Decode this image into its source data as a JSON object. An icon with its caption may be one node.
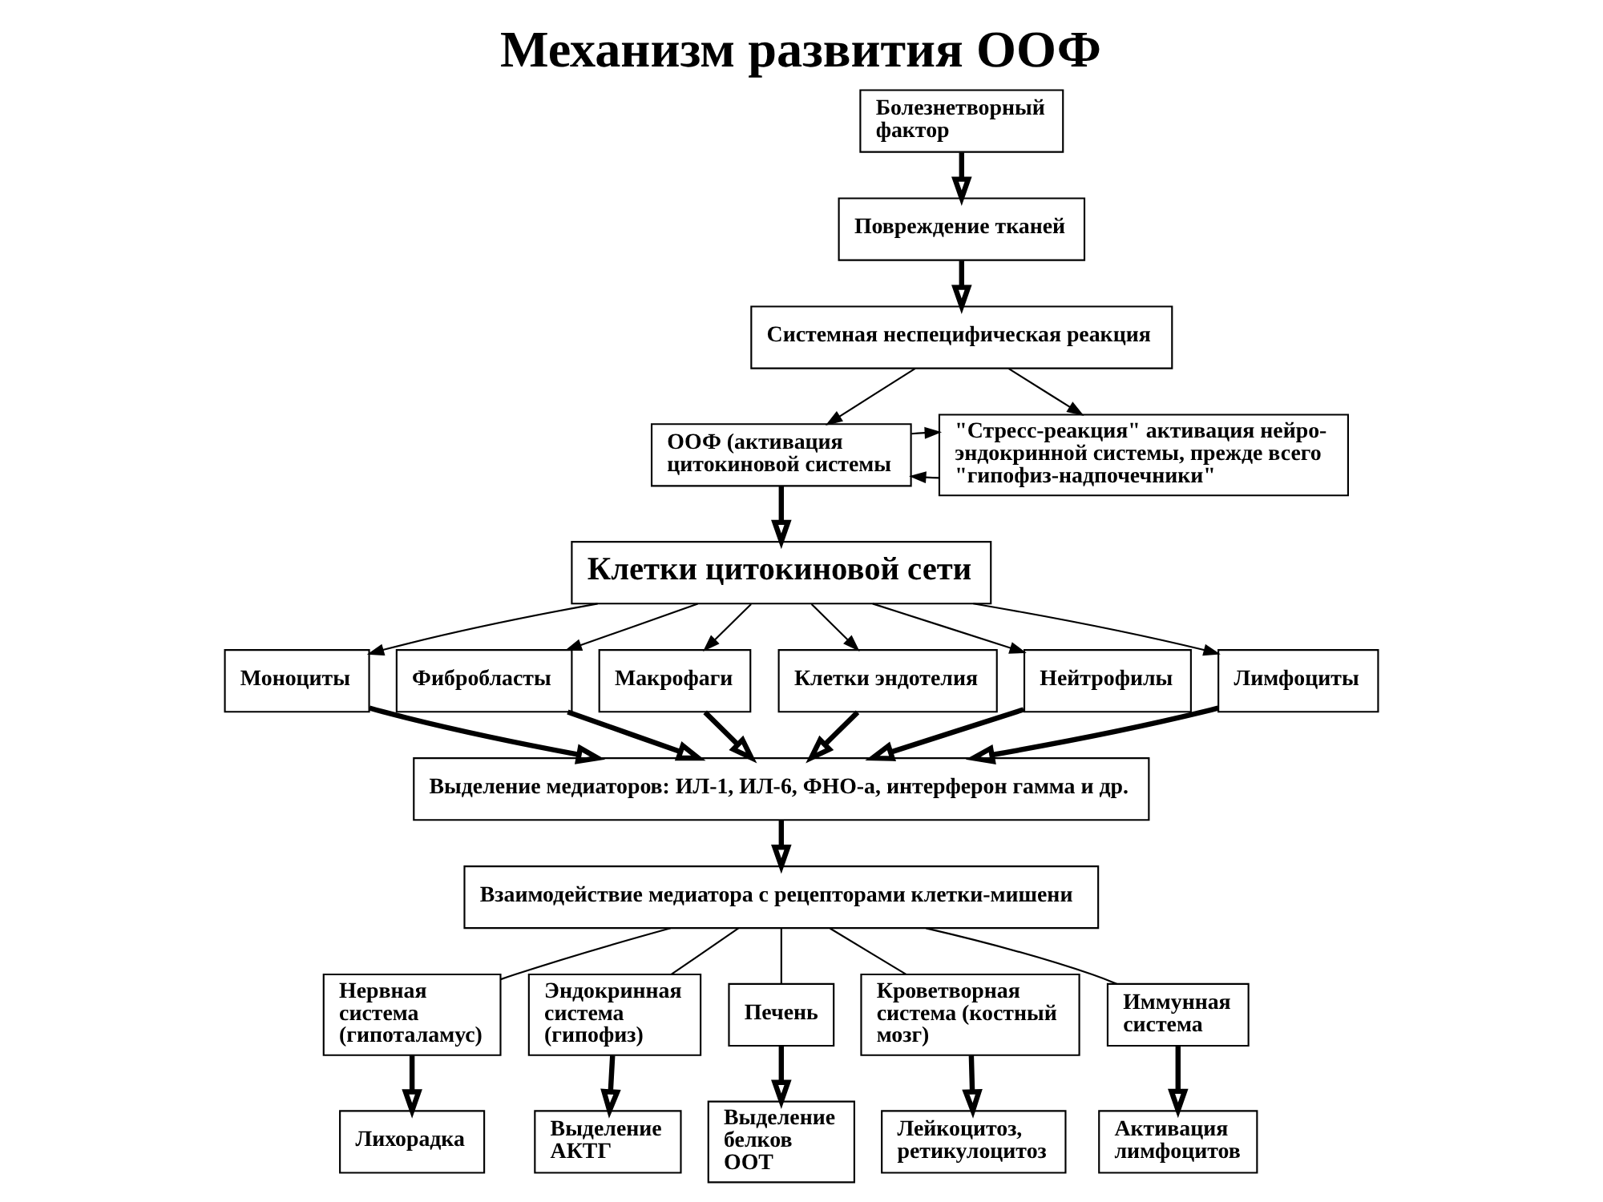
{
  "diagram": {
    "title": "Механизм развития ООФ",
    "nodes": [
      {
        "text": [
          "Болезнетворный фактор"
        ]
      },
      {
        "text": [
          "Повреждение тканей"
        ]
      },
      {
        "text": [
          "Системная неспецифическая реакция"
        ]
      },
      {
        "text": [
          "ООФ (активация цитокиновой системы"
        ]
      },
      {
        "text": [
          "\"Стресс-реакция\" активация нейро-эндокринной системы, прежде всего \"гипофиз-надпочечники\""
        ]
      },
      {
        "text": [
          "Клетки цитокиновой сети"
        ]
      },
      {
        "text": [
          "Моноциты"
        ]
      },
      {
        "text": [
          "Фибробласты"
        ]
      },
      {
        "text": [
          "Макрофаги"
        ]
      },
      {
        "text": [
          "Клетки эндотелия"
        ]
      },
      {
        "text": [
          "Нейтрофилы"
        ]
      },
      {
        "text": [
          "Лимфоциты"
        ]
      },
      {
        "text": [
          "Выделение медиаторов: ИЛ-1, ИЛ-6, ФНО-а, интерферон гамма и др."
        ]
      },
      {
        "text": [
          "Взаимодействие медиатора с рецепторами клетки-мишени"
        ]
      },
      {
        "text": [
          "Нервная система (гипоталамус)"
        ]
      },
      {
        "text": [
          "Эндокринная система (гипофиз)"
        ]
      },
      {
        "text": [
          "Печень"
        ]
      },
      {
        "text": [
          "Кроветворная система (костный мозг)"
        ]
      },
      {
        "text": [
          "Иммунная система"
        ]
      },
      {
        "text": [
          "Лихорадка"
        ]
      },
      {
        "text": [
          "Выделение АКТГ"
        ]
      },
      {
        "text": [
          "Выделение белков ООТ"
        ]
      },
      {
        "text": [
          "Лейкоцитоз, ретикулоцитоз"
        ]
      },
      {
        "text": [
          "Активация лимфоцитов"
        ]
      }
    ],
    "edges": [
      {
        "from": 0,
        "to": 1,
        "arrow": "to",
        "style": "thick"
      },
      {
        "from": 1,
        "to": 2,
        "arrow": "to",
        "style": "thick"
      },
      {
        "from": 2,
        "to": 3,
        "arrow": "to"
      },
      {
        "from": 2,
        "to": 4,
        "arrow": "to"
      },
      {
        "from": 4,
        "to": 3,
        "arrow": "to"
      },
      {
        "from": 3,
        "to": 4,
        "arrow": "to"
      },
      {
        "from": 3,
        "to": 5,
        "arrow": "to",
        "style": "thick"
      },
      {
        "from": 5,
        "to": 6,
        "arrow": "to"
      },
      {
        "from": 5,
        "to": 7,
        "arrow": "to"
      },
      {
        "from": 5,
        "to": 8,
        "arrow": "to"
      },
      {
        "from": 5,
        "to": 9,
        "arrow": "to"
      },
      {
        "from": 5,
        "to": 10,
        "arrow": "to"
      },
      {
        "from": 5,
        "to": 11,
        "arrow": "to"
      },
      {
        "from": 6,
        "to": 12,
        "arrow": "to",
        "style": "thick"
      },
      {
        "from": 7,
        "to": 12,
        "arrow": "to",
        "style": "thick"
      },
      {
        "from": 8,
        "to": 12,
        "arrow": "to",
        "style": "thick"
      },
      {
        "from": 9,
        "to": 12,
        "arrow": "to",
        "style": "thick"
      },
      {
        "from": 10,
        "to": 12,
        "arrow": "to",
        "style": "thick"
      },
      {
        "from": 11,
        "to": 12,
        "arrow": "to",
        "style": "thick"
      },
      {
        "from": 12,
        "to": 13,
        "arrow": "to",
        "style": "thick"
      },
      {
        "from": 13,
        "to": 14,
        "arrow": "none"
      },
      {
        "from": 13,
        "to": 15,
        "arrow": "none"
      },
      {
        "from": 13,
        "to": 16,
        "arrow": "none"
      },
      {
        "from": 13,
        "to": 17,
        "arrow": "none"
      },
      {
        "from": 13,
        "to": 18,
        "arrow": "none"
      },
      {
        "from": 14,
        "to": 19,
        "arrow": "to",
        "style": "thick"
      },
      {
        "from": 15,
        "to": 20,
        "arrow": "to",
        "style": "thick"
      },
      {
        "from": 16,
        "to": 21,
        "arrow": "to",
        "style": "thick"
      },
      {
        "from": 17,
        "to": 22,
        "arrow": "to",
        "style": "thick"
      },
      {
        "from": 18,
        "to": 23,
        "arrow": "to",
        "style": "thick"
      }
    ]
  }
}
